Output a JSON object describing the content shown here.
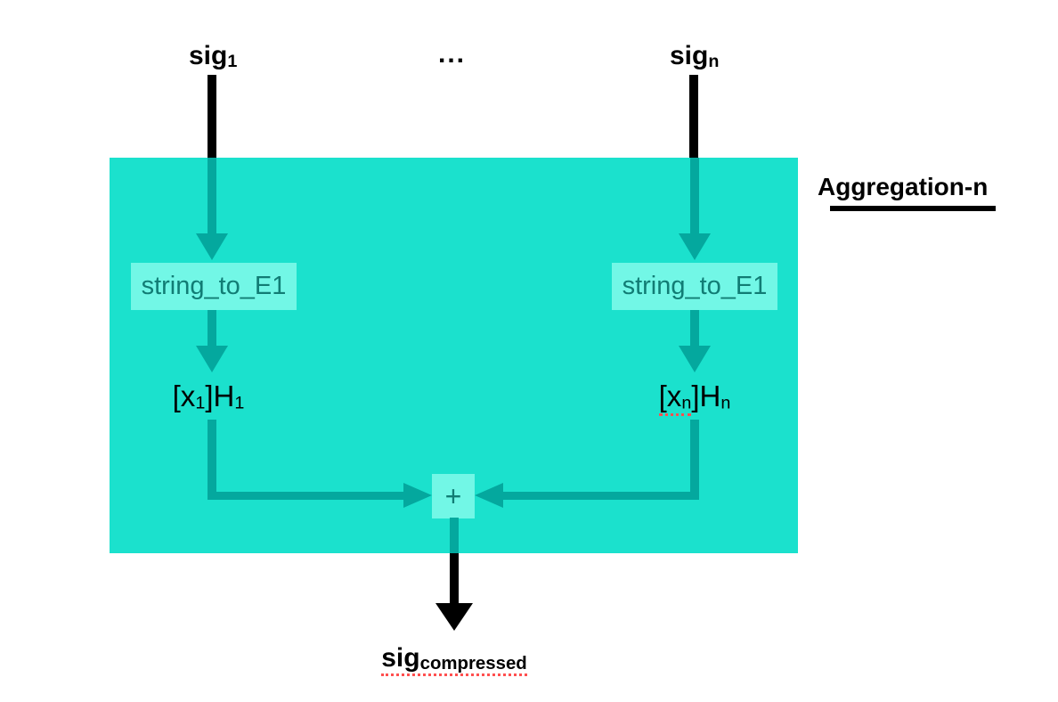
{
  "colors": {
    "panel_background": "#1BE1CD",
    "inner_arrow": "#04A89E",
    "light_box": "#72F7E6",
    "box_text": "#117C74",
    "outer_arrow": "#000000",
    "spell_underline": "#FF5050"
  },
  "inputs": {
    "sig1": {
      "base": "sig",
      "sub": "1"
    },
    "dots": "...",
    "sign": {
      "base": "sig",
      "sub": "n"
    }
  },
  "panel": {
    "label": "Aggregation-n"
  },
  "process_boxes": {
    "left": "string_to_E1",
    "right": "string_to_E1"
  },
  "points": {
    "left": {
      "p1": "[x",
      "s1": "1",
      "p2": "]H",
      "s2": "1"
    },
    "right": {
      "p1": "[x",
      "s1": "n",
      "p2": "]H",
      "s2": "n"
    }
  },
  "aggregator": {
    "symbol": "+"
  },
  "output": {
    "base": "sig",
    "sub": "compressed"
  }
}
